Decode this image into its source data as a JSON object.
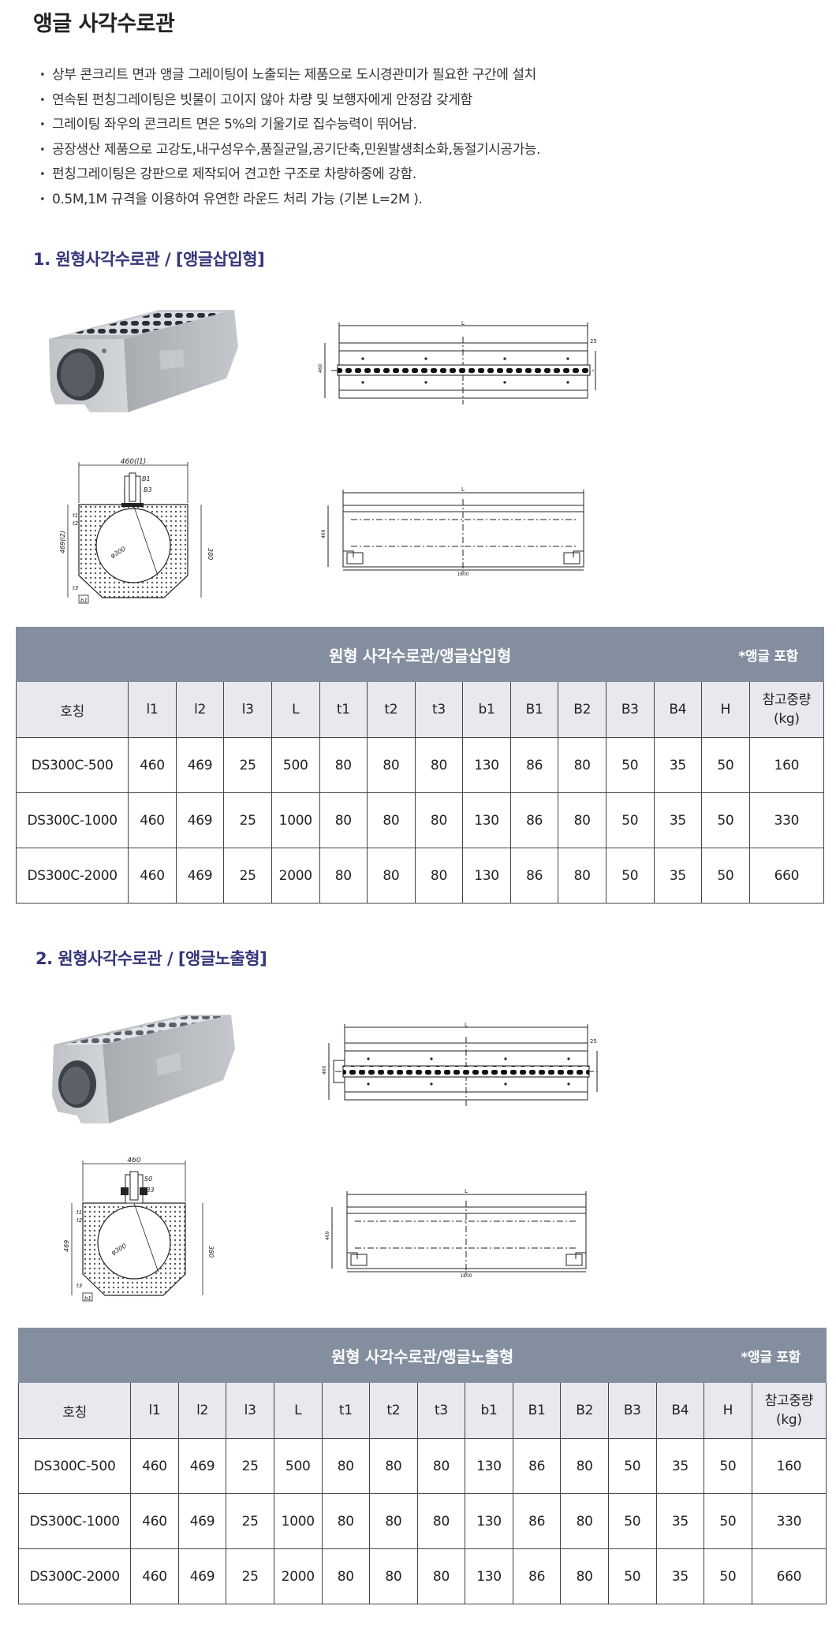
{
  "page": {
    "title": "앵글 사각수로관",
    "features": [
      "상부 콘크리트 면과 앵글 그레이팅이 노출되는 제품으로 도시경관미가 필요한 구간에 설치",
      "연속된 펀칭그레이팅은 빗물이 고이지 않아 차량 및 보행자에게 안정감 갖게함",
      "그레이팅 좌우의 콘크리트 면은 5%의 기울기로 집수능력이 뛰어남.",
      "공장생산 제품으로 고강도,내구성우수,품질균일,공기단축,민원발생최소화,동절기시공가능.",
      "펀칭그레이팅은 강판으로 제작되어 견고한 구조로 차량하중에 강함.",
      "0.5M,1M 규격을 이용하여 유연한 라운드 처리 가능 (기본 L=2M )."
    ]
  },
  "sections": [
    {
      "heading": "1. 원형사각수로관 / [앵글삽입형]",
      "drawing_labels": {
        "top_L": "L",
        "top_25": "25",
        "top_side": "460",
        "sec_width": "460(l1)",
        "sec_b1": "B1",
        "sec_b3": "B3",
        "sec_l2": "469(l2)",
        "sec_h": "380",
        "sec_dia": "φ300",
        "sec_t1": "t1",
        "sec_t2": "t2",
        "sec_t3": "t3",
        "sec_b": "b1",
        "side_L": "L",
        "side_1800": "1800",
        "side_h": "469"
      },
      "table": {
        "caption": "원형 사각수로관/앵글삽입형",
        "note": "*앵글 포함",
        "headers": [
          "호칭",
          "l1",
          "l2",
          "l3",
          "L",
          "t1",
          "t2",
          "t3",
          "b1",
          "B1",
          "B2",
          "B3",
          "B4",
          "H"
        ],
        "weight_header": [
          "참고중량",
          "(kg)"
        ],
        "rows": [
          [
            "DS300C-500",
            "460",
            "469",
            "25",
            "500",
            "80",
            "80",
            "80",
            "130",
            "86",
            "80",
            "50",
            "35",
            "50",
            "160"
          ],
          [
            "DS300C-1000",
            "460",
            "469",
            "25",
            "1000",
            "80",
            "80",
            "80",
            "130",
            "86",
            "80",
            "50",
            "35",
            "50",
            "330"
          ],
          [
            "DS300C-2000",
            "460",
            "469",
            "25",
            "2000",
            "80",
            "80",
            "80",
            "130",
            "86",
            "80",
            "50",
            "35",
            "50",
            "660"
          ]
        ]
      }
    },
    {
      "heading": "2. 원형사각수로관 / [앵글노출형]",
      "drawing_labels": {
        "top_L": "L",
        "top_25": "25",
        "top_side": "460",
        "sec_width": "460",
        "sec_b1": "50",
        "sec_b3": "B3",
        "sec_l2": "469",
        "sec_h": "380",
        "sec_dia": "φ300",
        "sec_t1": "t1",
        "sec_t2": "t2",
        "sec_t3": "t3",
        "sec_b": "b1",
        "side_L": "L",
        "side_1800": "1800",
        "side_h": "469"
      },
      "table": {
        "caption": "원형 사각수로관/앵글노출형",
        "note": "*앵글 포함",
        "headers": [
          "호칭",
          "l1",
          "l2",
          "l3",
          "L",
          "t1",
          "t2",
          "t3",
          "b1",
          "B1",
          "B2",
          "B3",
          "B4",
          "H"
        ],
        "weight_header": [
          "참고중량",
          "(kg)"
        ],
        "rows": [
          [
            "DS300C-500",
            "460",
            "469",
            "25",
            "500",
            "80",
            "80",
            "80",
            "130",
            "86",
            "80",
            "50",
            "35",
            "50",
            "160"
          ],
          [
            "DS300C-1000",
            "460",
            "469",
            "25",
            "1000",
            "80",
            "80",
            "80",
            "130",
            "86",
            "80",
            "50",
            "35",
            "50",
            "330"
          ],
          [
            "DS300C-2000",
            "460",
            "469",
            "25",
            "2000",
            "80",
            "80",
            "80",
            "130",
            "86",
            "80",
            "50",
            "35",
            "50",
            "660"
          ]
        ]
      }
    }
  ]
}
